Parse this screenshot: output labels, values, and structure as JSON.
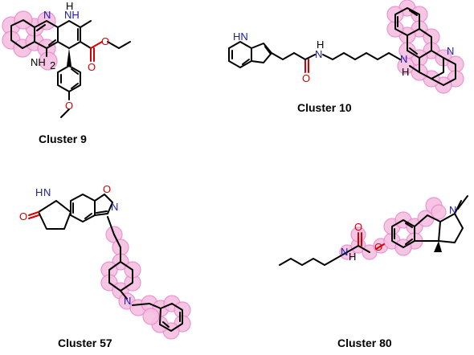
{
  "clusters": [
    {
      "id": "c9",
      "caption": "Cluster 9"
    },
    {
      "id": "c10",
      "caption": "Cluster 10"
    },
    {
      "id": "c57",
      "caption": "Cluster 57"
    },
    {
      "id": "c80",
      "caption": "Cluster 80"
    }
  ],
  "atoms": {
    "n": "N",
    "nh": "NH",
    "hn": "HN",
    "h": "H",
    "nh2": "NH",
    "sub2": "2",
    "o": "O"
  },
  "colors": {
    "highlight": "#f7bfe2",
    "highlight_edge": "#e98acb",
    "nitrogen": "#1a1ab0",
    "oxygen": "#d40000",
    "carbon": "#000000"
  }
}
